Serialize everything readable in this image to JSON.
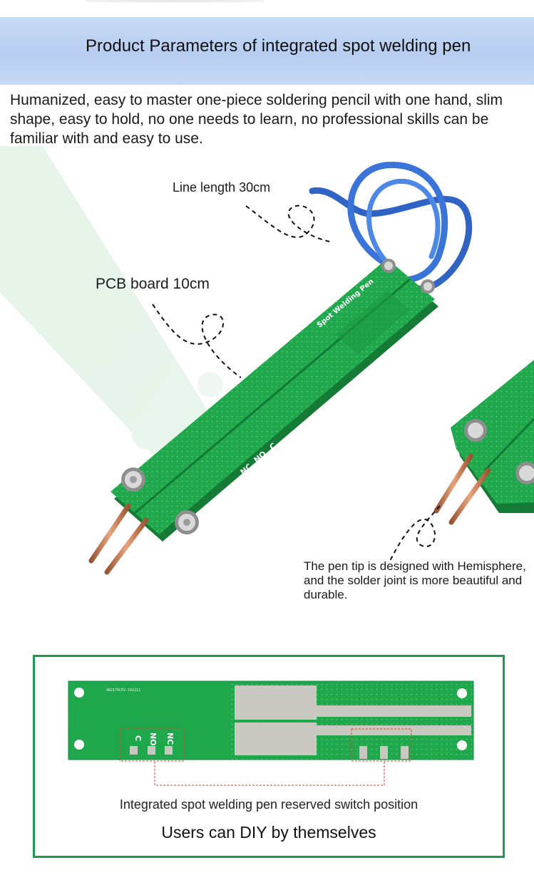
{
  "banner": {
    "title": "Product Parameters of integrated spot welding pen"
  },
  "intro": {
    "text": "Humanized, easy to master one-piece soldering pencil with one hand, slim shape, easy to hold, no one needs to learn, no professional skills can be familiar with and easy to use."
  },
  "callouts": {
    "line_length": "Line length 30cm",
    "pcb_board": "PCB board 10cm",
    "pen_tip": "The pen tip is designed with Hemisphere, and the solder joint is more beautiful and durable."
  },
  "pen": {
    "board_label": "Spot Welding Pen",
    "pins": [
      "NC",
      "NO",
      "C"
    ]
  },
  "board": {
    "part_number": "482179CP2-191211",
    "pins": [
      "C",
      "NO",
      "NC"
    ],
    "switch_caption": "Integrated spot welding pen reserved switch position",
    "diy_caption": "Users can DIY by themselves"
  },
  "colors": {
    "banner": "#b7cdf0",
    "pcb_green": "#20a84c",
    "frame_green": "#1c9a4e",
    "wire_blue": "#3a74d8",
    "copper": "#c9825a",
    "dashed_red": "#e0412e"
  }
}
